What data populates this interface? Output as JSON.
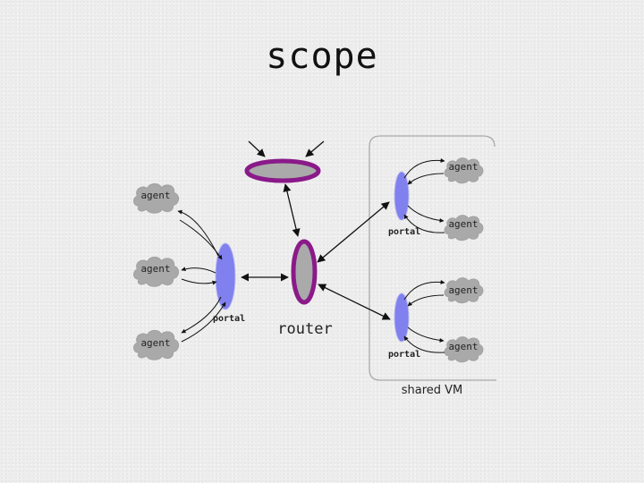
{
  "slide": {
    "title": "scope"
  },
  "diagram": {
    "left_agents": [
      "agent",
      "agent",
      "agent"
    ],
    "left_portal_label": "portal",
    "router_label": "router",
    "shared_vm": {
      "label": "shared VM",
      "portal_labels": [
        "portal",
        "portal"
      ],
      "agents": [
        "agent",
        "agent",
        "agent",
        "agent"
      ]
    }
  },
  "colors": {
    "portal_fill": "#8080ee",
    "router_outline": "#8a1a8a",
    "router_fill": "#aaaaaa",
    "cloud_fill": "#aaaaaa"
  }
}
